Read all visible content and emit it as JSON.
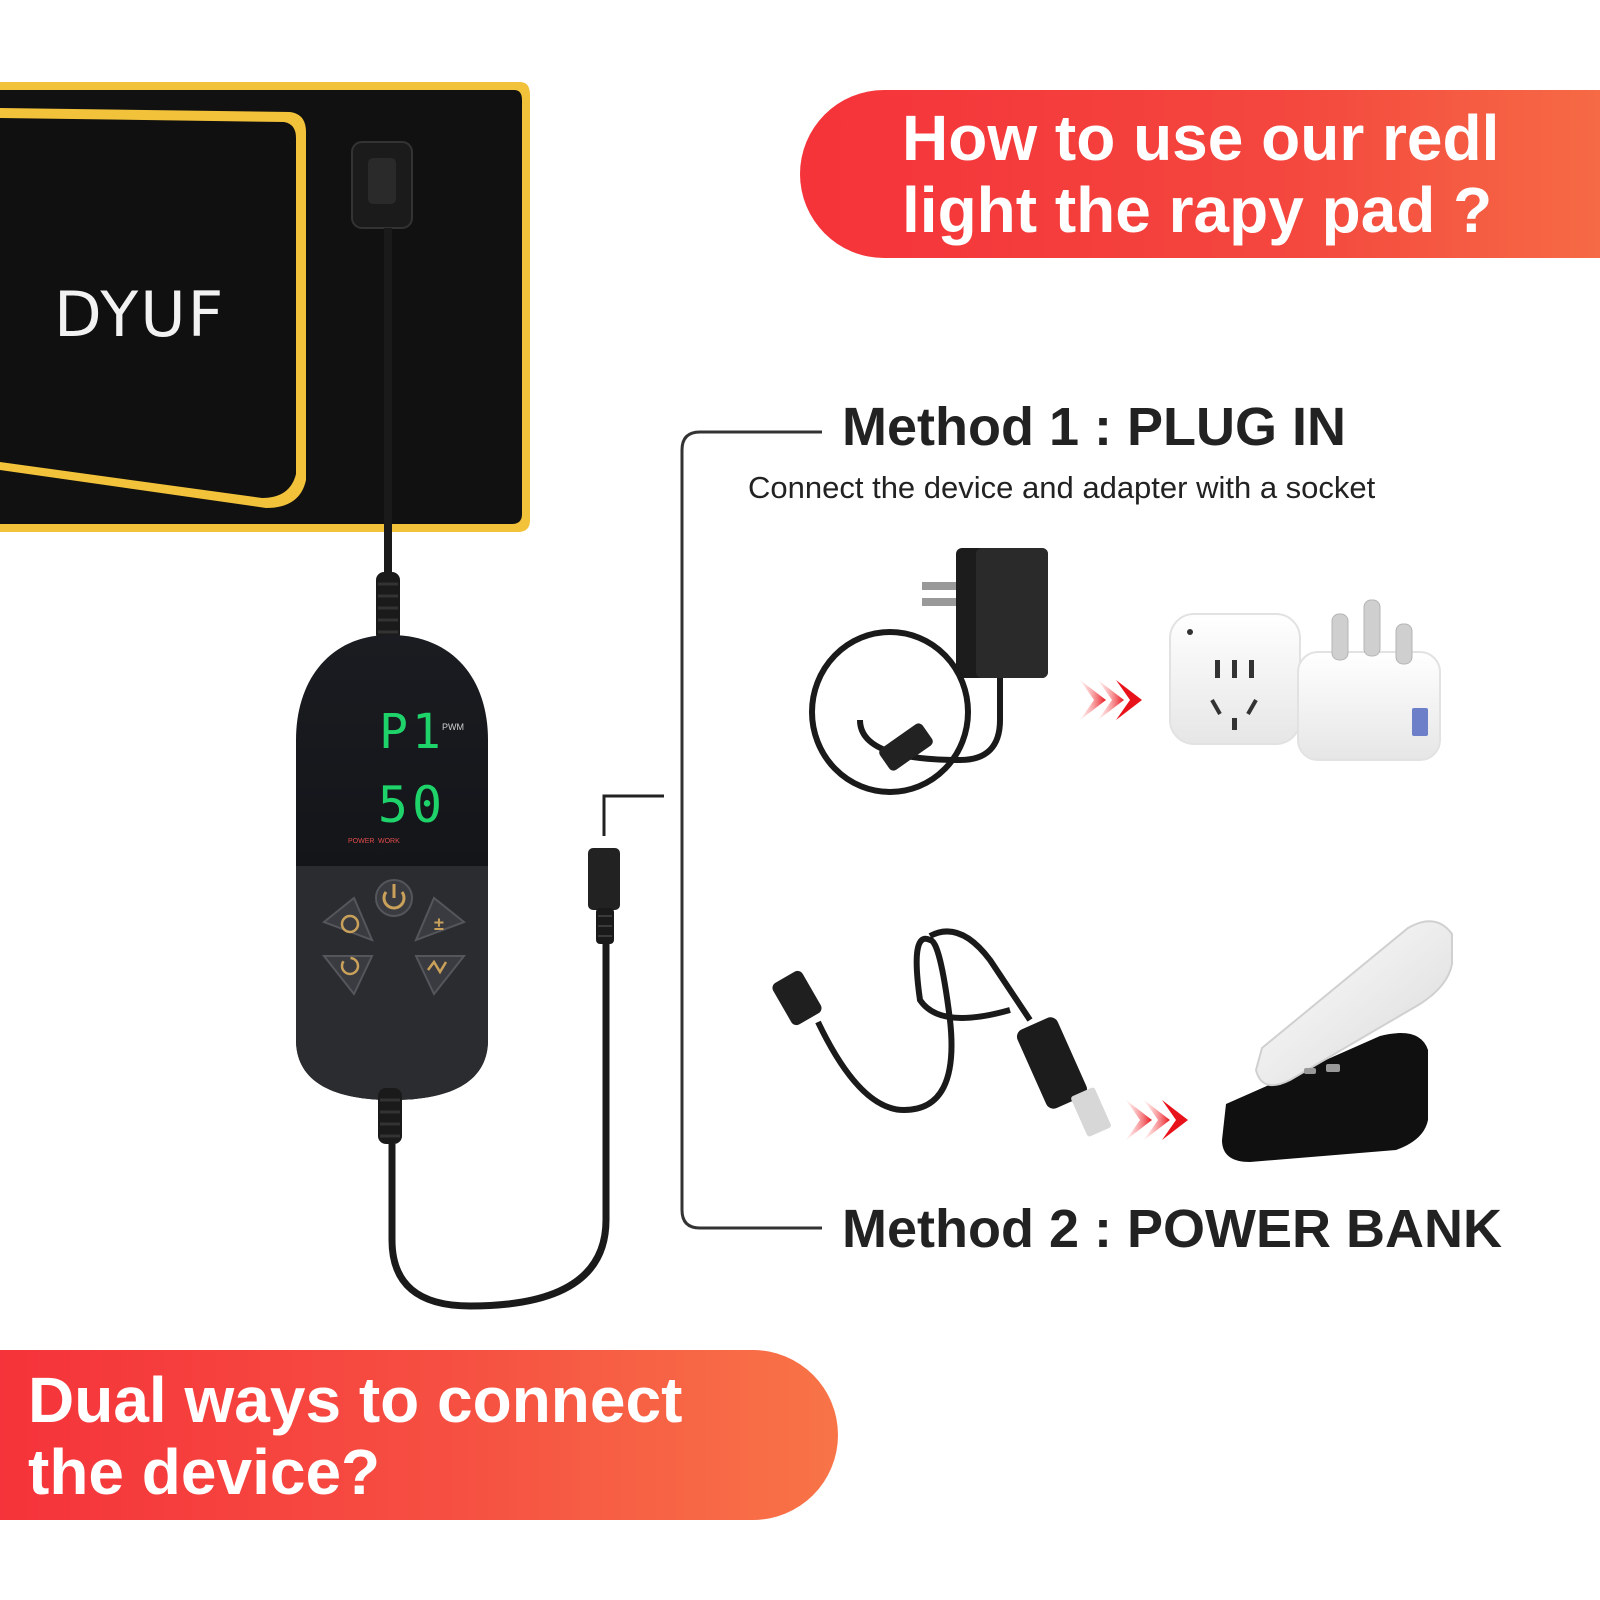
{
  "headline": {
    "text": "How to use our redl\nlight the rapy pad ?",
    "color_start": "#f5333a",
    "color_end": "#f66a45"
  },
  "product": {
    "brand": "DYUF",
    "belt_color": "#111111",
    "trim_color": "#f2c23a",
    "display": {
      "row1": "P1",
      "row2": "50",
      "mode_label": "PWM",
      "indicator_power": "POWER",
      "indicator_work": "WORK",
      "digit_color": "#1fd36b"
    },
    "buttons": [
      "power-icon",
      "timer-icon",
      "plus-minus-icon",
      "cycle-icon",
      "wave-icon"
    ]
  },
  "methods": [
    {
      "title": "Method 1 : PLUG IN",
      "description": "Connect the device and adapter with a socket",
      "items": [
        "wall-adapter",
        "arrow-right-icon",
        "wall-socket",
        "plug-adapter"
      ]
    },
    {
      "title": "Method 2 : POWER BANK",
      "items": [
        "usb-cable",
        "arrow-right-icon",
        "power-bank"
      ]
    }
  ],
  "footer_banner": {
    "text": "Dual ways to connect the device?",
    "color_start": "#f5333a",
    "color_end": "#f87447"
  }
}
